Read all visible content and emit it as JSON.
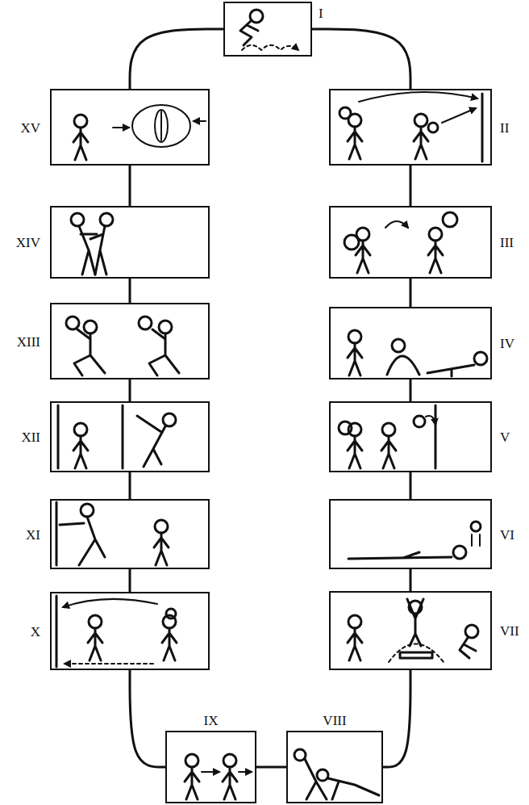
{
  "diagram": {
    "nodes": [
      {
        "text": [
          "I"
        ]
      },
      {
        "text": [
          "II"
        ]
      },
      {
        "text": [
          "III"
        ]
      },
      {
        "text": [
          "IV"
        ]
      },
      {
        "text": [
          "V"
        ]
      },
      {
        "text": [
          "VI"
        ]
      },
      {
        "text": [
          "VII"
        ]
      },
      {
        "text": [
          "VIII"
        ]
      },
      {
        "text": [
          "IX"
        ]
      },
      {
        "text": [
          "X"
        ]
      },
      {
        "text": [
          "XI"
        ]
      },
      {
        "text": [
          "XII"
        ]
      },
      {
        "text": [
          "XIII"
        ]
      },
      {
        "text": [
          "XIV"
        ]
      },
      {
        "text": [
          "XV"
        ]
      }
    ],
    "edges": [
      {
        "from": 0,
        "to": 1,
        "arrow": "none"
      },
      {
        "from": 1,
        "to": 2,
        "arrow": "none"
      },
      {
        "from": 2,
        "to": 3,
        "arrow": "none"
      },
      {
        "from": 3,
        "to": 4,
        "arrow": "none"
      },
      {
        "from": 4,
        "to": 5,
        "arrow": "none"
      },
      {
        "from": 5,
        "to": 6,
        "arrow": "none"
      },
      {
        "from": 6,
        "to": 7,
        "arrow": "none"
      },
      {
        "from": 7,
        "to": 8,
        "arrow": "none"
      },
      {
        "from": 8,
        "to": 9,
        "arrow": "none"
      },
      {
        "from": 9,
        "to": 10,
        "arrow": "none"
      },
      {
        "from": 10,
        "to": 11,
        "arrow": "none"
      },
      {
        "from": 11,
        "to": 12,
        "arrow": "none"
      },
      {
        "from": 12,
        "to": 13,
        "arrow": "none"
      },
      {
        "from": 13,
        "to": 14,
        "arrow": "none"
      },
      {
        "from": 14,
        "to": 0,
        "arrow": "none"
      }
    ]
  }
}
